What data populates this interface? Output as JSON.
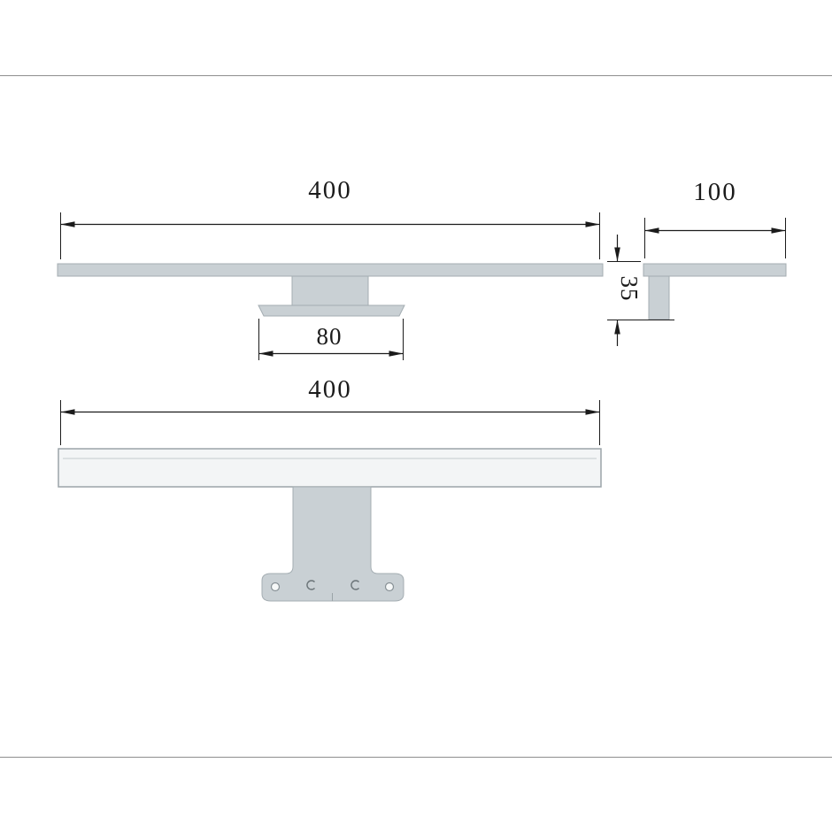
{
  "diagram": {
    "type": "technical-drawing",
    "subject": "bathroom-mirror-light-dimensions",
    "views": {
      "profile": {
        "width_mm": "400",
        "bracket_width_mm": "80"
      },
      "side": {
        "width_mm": "100",
        "height_mm": "35"
      },
      "front": {
        "width_mm": "400"
      }
    },
    "colors": {
      "part_fill": "#c9d0d4",
      "lens_fill": "#f3f5f6",
      "line": "#1b1b1b"
    }
  }
}
